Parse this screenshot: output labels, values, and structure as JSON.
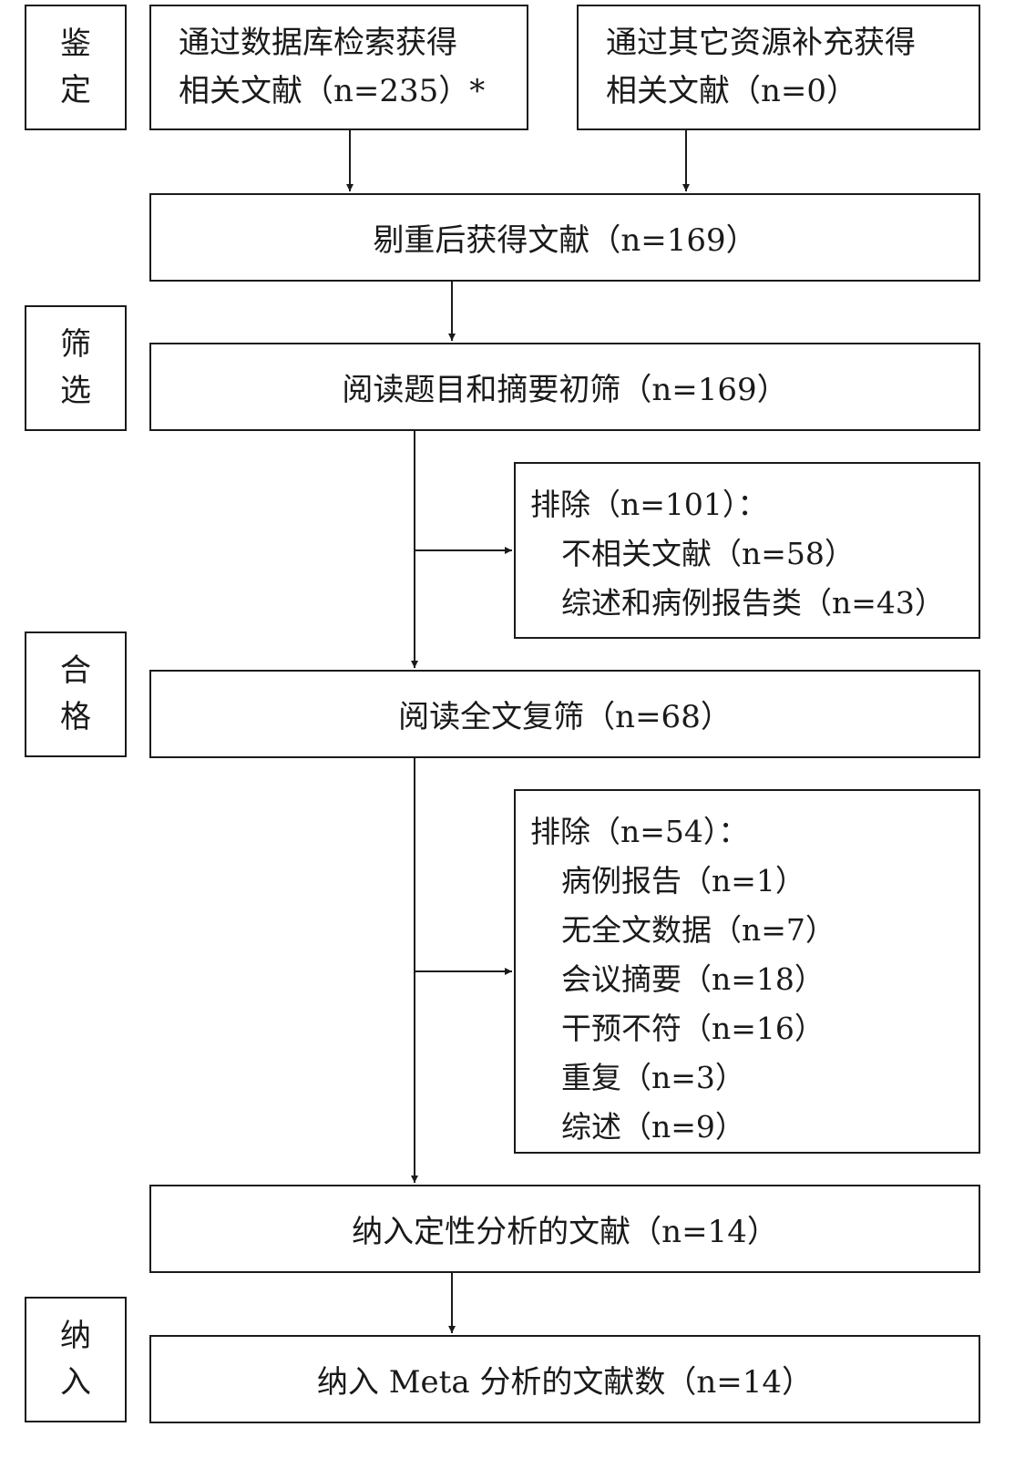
{
  "stages": {
    "identification": [
      "鉴",
      "定"
    ],
    "screening": [
      "筛",
      "选"
    ],
    "eligibility": [
      "合",
      "格"
    ],
    "included": [
      "纳",
      "入"
    ]
  },
  "boxes": {
    "db_search": [
      "通过数据库检索获得",
      "相关文献（n=235）*"
    ],
    "other_sources": [
      "通过其它资源补充获得",
      "相关文献（n=0）"
    ],
    "after_dedup": "剔重后获得文献（n=169）",
    "title_abstract": "阅读题目和摘要初筛（n=169）",
    "excluded_1": {
      "title": "排除（n=101）：",
      "items": [
        "不相关文献（n=58）",
        "综述和病例报告类（n=43）"
      ]
    },
    "full_text": "阅读全文复筛（n=68）",
    "excluded_2": {
      "title": "排除（n=54）：",
      "items": [
        "病例报告（n=1）",
        "无全文数据（n=7）",
        "会议摘要（n=18）",
        "干预不符（n=16）",
        "重复（n=3）",
        "综述（n=9）"
      ]
    },
    "qualitative": "纳入定性分析的文献（n=14）",
    "meta": "纳入 Meta 分析的文献数（n=14）"
  }
}
